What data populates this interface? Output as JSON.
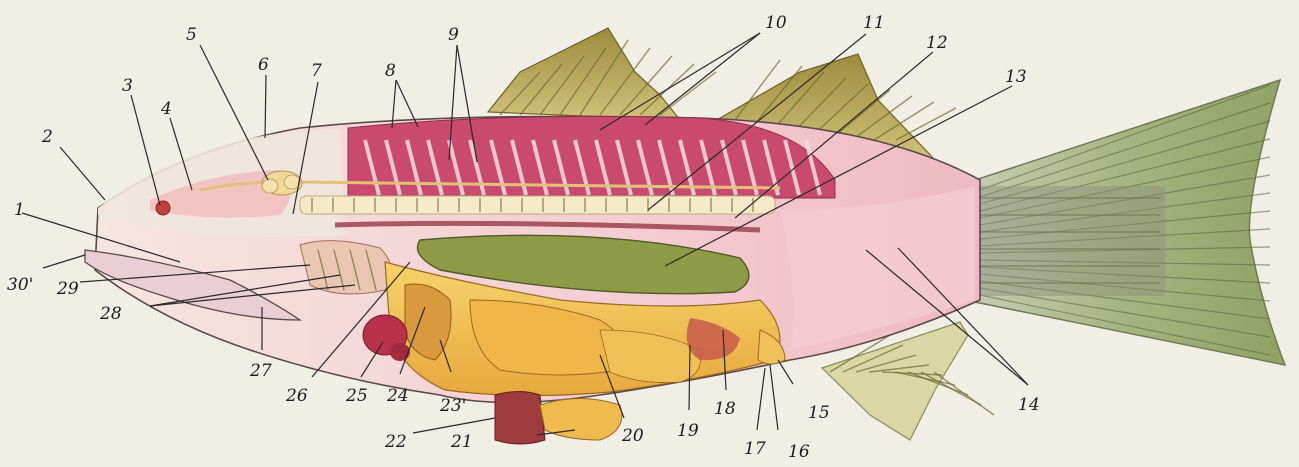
{
  "figure": {
    "subject": "Fish internal anatomy diagram (numbered)",
    "labels": [
      "1",
      "2",
      "3",
      "4",
      "5",
      "6",
      "7",
      "8",
      "9",
      "10",
      "11",
      "12",
      "13",
      "14",
      "15",
      "16",
      "17",
      "18",
      "19",
      "20",
      "21",
      "22",
      "23'",
      "24",
      "25",
      "26",
      "27",
      "28",
      "29",
      "30'"
    ],
    "colors": {
      "background": "#f1eee6",
      "muscle": "#c94a6e",
      "viscera": "#f1c23e",
      "swim_bladder": "#8d9b47",
      "fin": "#b8a552",
      "caudal_fin": "#9bab74",
      "body_skin": "#f3cfd2",
      "spine": "#f4e9c9",
      "outline": "#4a3d3a"
    }
  }
}
